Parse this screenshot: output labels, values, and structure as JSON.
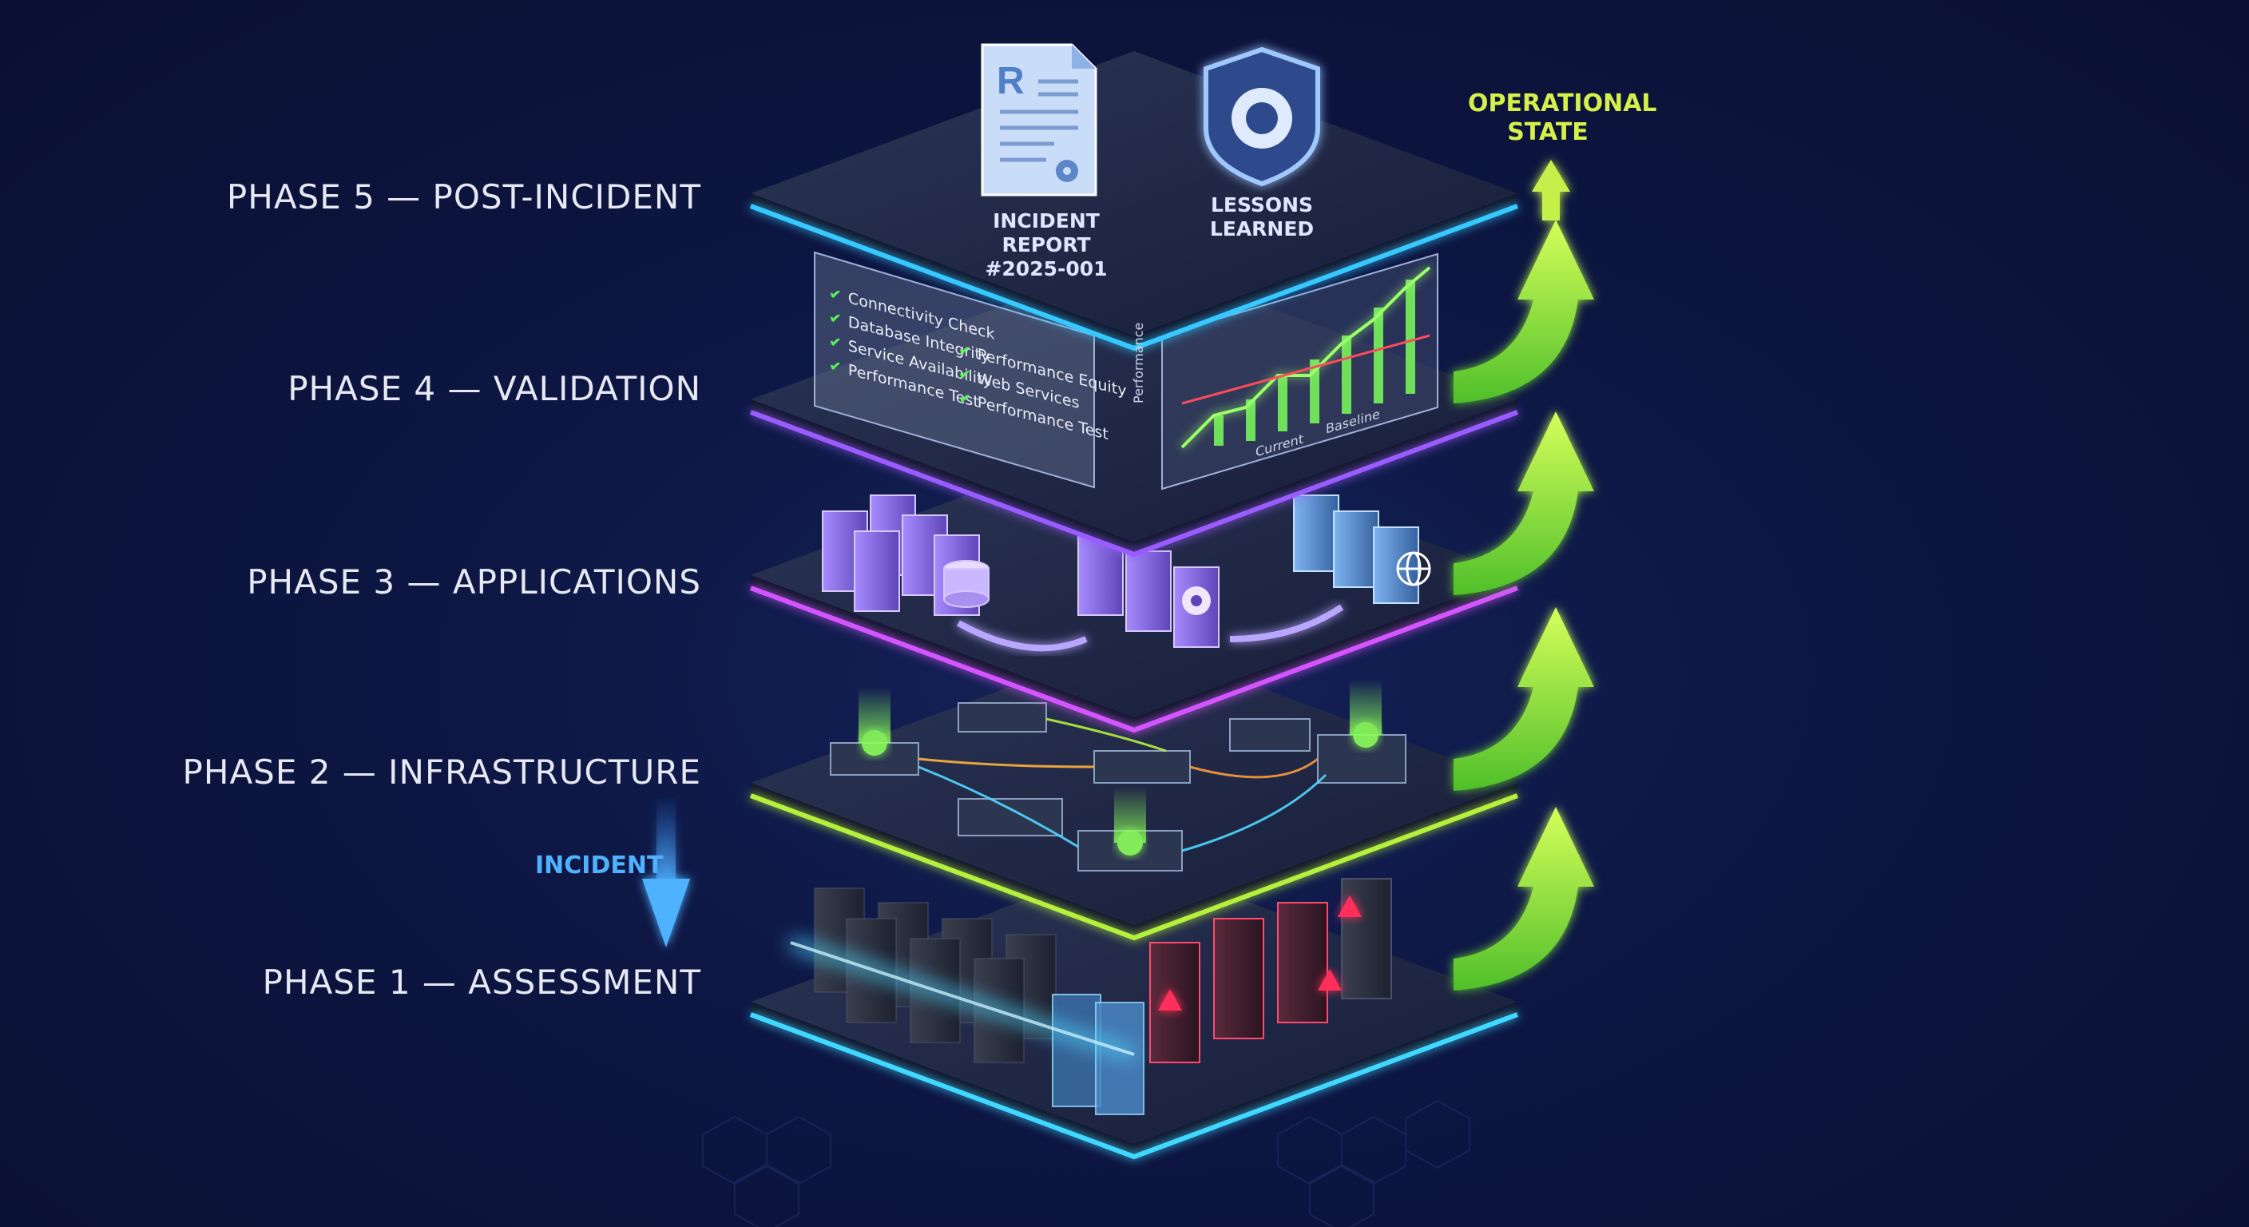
{
  "phases": [
    {
      "label": "PHASE 5 — POST-INCIDENT"
    },
    {
      "label": "PHASE 4 — VALIDATION"
    },
    {
      "label": "PHASE 3 — APPLICATIONS"
    },
    {
      "label": "PHASE 2 — INFRASTRUCTURE"
    },
    {
      "label": "PHASE 1 — ASSESSMENT"
    }
  ],
  "incident_label": "INCIDENT",
  "operational_state": {
    "line1": "OPERATIONAL",
    "line2": "STATE"
  },
  "post_incident": {
    "report_letter": "R",
    "report_caption_line1": "INCIDENT REPORT",
    "report_caption_line2": "#2025-001",
    "lessons_caption_line1": "LESSONS",
    "lessons_caption_line2": "LEARNED"
  },
  "validation": {
    "checklist_left": [
      "Connectivity Check",
      "Database Integrity",
      "Service Availability",
      "Performance Test"
    ],
    "checklist_right": [
      "Performance Equity",
      "Web Services",
      "Performance Test"
    ],
    "chart_axis_label": "Performance",
    "chart_legend_current": "Current",
    "chart_legend_baseline": "Baseline"
  },
  "colors": {
    "background": "#0d1642",
    "phase5_glow": "#35c9ff",
    "phase4_glow": "#9a5cff",
    "phase3_glow": "#d455ff",
    "phase2_glow": "#b5f03c",
    "phase1_glow": "#3fd8ff",
    "arrow_green": "#b8f53a",
    "incident_blue": "#4fb2ff",
    "alert_red": "#ff2f5a"
  }
}
